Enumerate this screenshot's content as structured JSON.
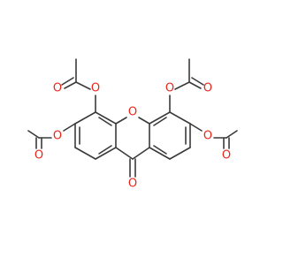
{
  "molecule": {
    "element_colors": {
      "O": "#e8261c",
      "bond": "#3a3a3a"
    },
    "atoms": {
      "o_ring": "O",
      "o_ketone": "O",
      "o_ester_1": "O",
      "o_carbonyl_1": "O",
      "o_ester_2": "O",
      "o_carbonyl_2": "O",
      "o_ester_3": "O",
      "o_carbonyl_3": "O",
      "o_ester_4": "O",
      "o_carbonyl_4": "O"
    }
  }
}
